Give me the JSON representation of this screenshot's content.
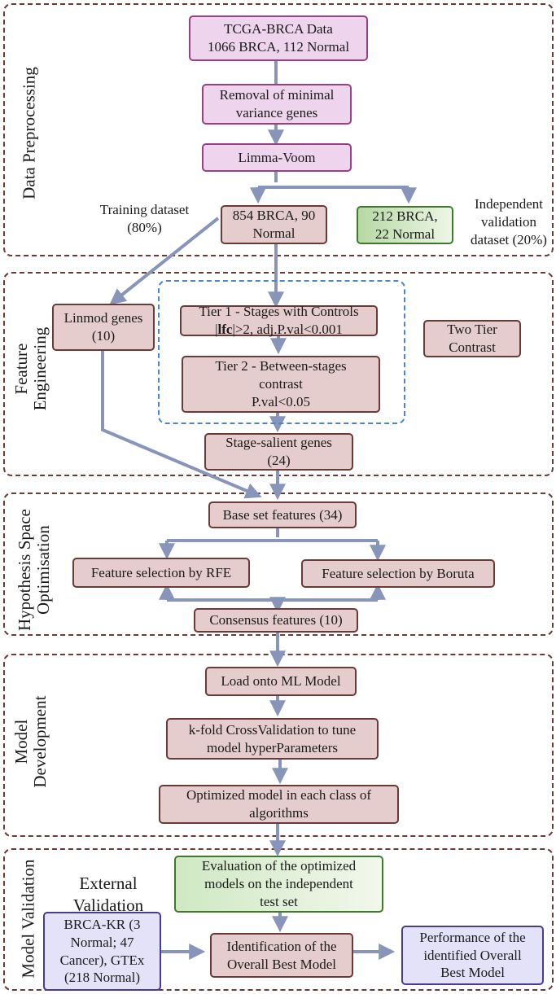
{
  "sections": {
    "preprocessing": {
      "label": "Data Preprocessing"
    },
    "feature_engineering": {
      "label_line1": "Feature",
      "label_line2": "Engineering"
    },
    "hypothesis": {
      "label_line1": "Hypothesis Space",
      "label_line2": "Optimisation"
    },
    "model_dev": {
      "label_line1": "Model",
      "label_line2": "Development"
    },
    "model_val": {
      "label": "Model Validation"
    }
  },
  "preprocessing": {
    "tcga_line1": "TCGA-BRCA Data",
    "tcga_line2": "1066 BRCA, 112 Normal",
    "removal_line1": "Removal of minimal",
    "removal_line2": "variance genes",
    "limma": "Limma-Voom",
    "training_label_line1": "Training dataset",
    "training_label_line2": "(80%)",
    "training_box_line1": "854 BRCA, 90",
    "training_box_line2": "Normal",
    "validation_box_line1": "212 BRCA,",
    "validation_box_line2": "22 Normal",
    "validation_label_line1": "Independent",
    "validation_label_line2": "validation",
    "validation_label_line3": "dataset (20%)"
  },
  "feature_engineering": {
    "linmod_line1": "Linmod genes",
    "linmod_line2": "(10)",
    "tier1_line1": "Tier 1 - Stages with Controls",
    "tier1_bar_open": "|",
    "tier1_bold": "lfc",
    "tier1_rest": "|>2, adj.P.val<0.001",
    "tier2_line1": "Tier 2 - Between-stages",
    "tier2_line2": "contrast",
    "tier2_line3": "P.val<0.05",
    "two_tier_line1": "Two Tier",
    "two_tier_line2": "Contrast",
    "salient_line1": "Stage-salient genes",
    "salient_line2": "(24)"
  },
  "hypothesis": {
    "base_set": "Base set features (34)",
    "rfe": "Feature selection by RFE",
    "boruta": "Feature selection by Boruta",
    "consensus": "Consensus features (10)"
  },
  "model_dev": {
    "load": "Load onto ML Model",
    "kfold_line1": "k-fold CrossValidation to tune",
    "kfold_line2": "model hyperParameters",
    "optimized_line1": "Optimized model in each class of",
    "optimized_line2": "algorithms"
  },
  "model_val": {
    "evaluation_line1": "Evaluation of the optimized",
    "evaluation_line2": "models on the independent",
    "evaluation_line3": "test set",
    "external_title_line1": "External",
    "external_title_line2": "Validation",
    "external_line1": "BRCA-KR (3",
    "external_line2": "Normal; 47",
    "external_line3": "Cancer), GTEx",
    "external_line4": "(218 Normal)",
    "identification_line1": "Identification of the",
    "identification_line2": "Overall Best Model",
    "performance_line1": "Performance of the",
    "performance_line2": "identified Overall",
    "performance_line3": "Best Model"
  },
  "colors": {
    "section_border": "#6b3a37",
    "arrow": "#8895bb",
    "pink_fill": "#eed4ec",
    "pink_border": "#9a3f85",
    "brown_fill": "#e6cdcd",
    "green_fill": "#b6d9a4",
    "lavender_fill": "#e4e2f8",
    "tier_group_border": "#4a86c8"
  }
}
